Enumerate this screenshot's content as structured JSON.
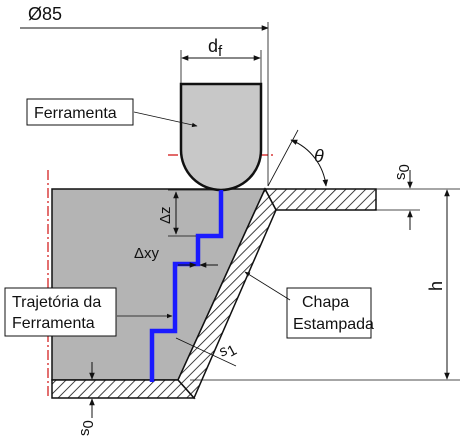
{
  "labels": {
    "diameter": "Ø85",
    "tool_diameter_main": "d",
    "tool_diameter_sub": "f",
    "tool": "Ferramenta",
    "theta": "θ",
    "thickness_top_main": "s",
    "thickness_top_sub": "0",
    "delta_z": "Δz",
    "delta_xy": "Δxy",
    "height": "h",
    "trajectory_line1": "Trajetória da",
    "trajectory_line2": "Ferramenta",
    "sheet_line1": "Chapa",
    "sheet_line2": "Estampada",
    "wall_thickness_main": "s",
    "wall_thickness_sub": "1",
    "thickness_bottom_main": "s",
    "thickness_bottom_sub": "0"
  },
  "colors": {
    "sheet_fill": "#b4b4b4",
    "tool_fill": "#c8c8c8",
    "toolpath": "#1a1aff",
    "centerline": "#d01010",
    "outline": "#111111"
  }
}
